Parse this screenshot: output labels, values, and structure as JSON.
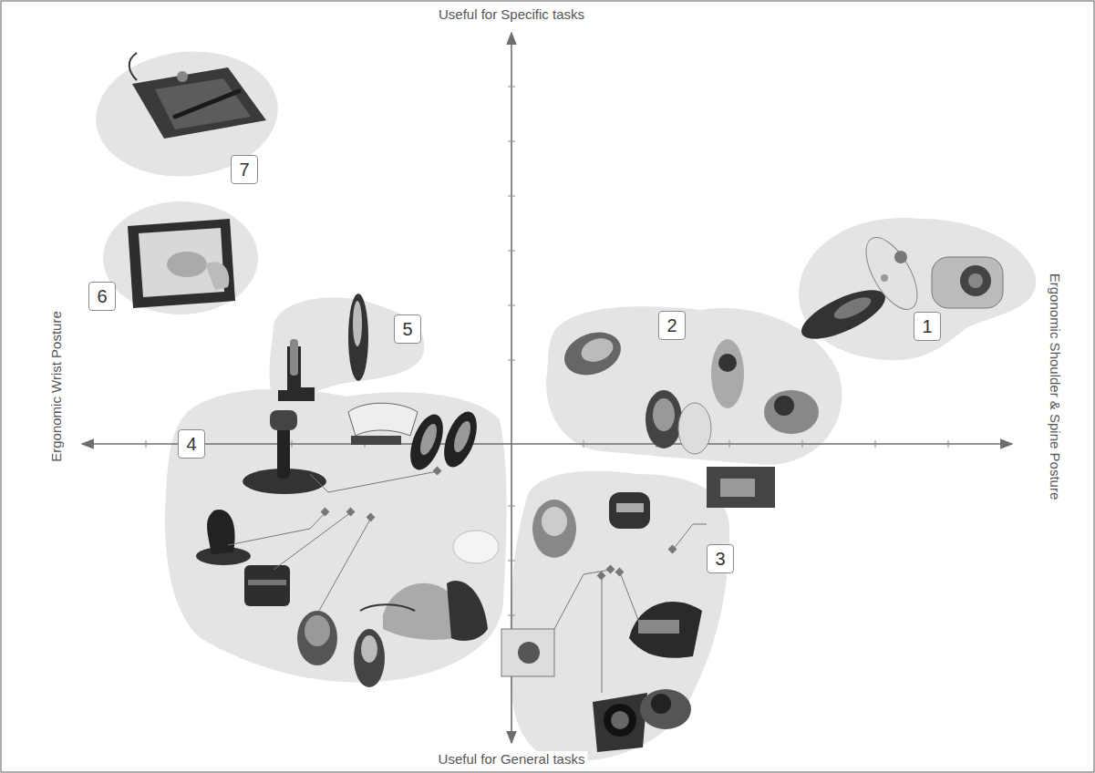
{
  "diagram": {
    "nodes": [
      {
        "text": [
          "1"
        ]
      },
      {
        "text": [
          "2"
        ]
      },
      {
        "text": [
          "3"
        ]
      },
      {
        "text": [
          "4"
        ]
      },
      {
        "text": [
          "5"
        ]
      },
      {
        "text": [
          "6"
        ]
      },
      {
        "text": [
          "7"
        ]
      }
    ],
    "labels": [
      "Useful for Specific tasks",
      "Ergonomic Wrist Posture",
      "Ergonomic Shoulder & Spine Posture",
      "Useful for General tasks"
    ]
  }
}
